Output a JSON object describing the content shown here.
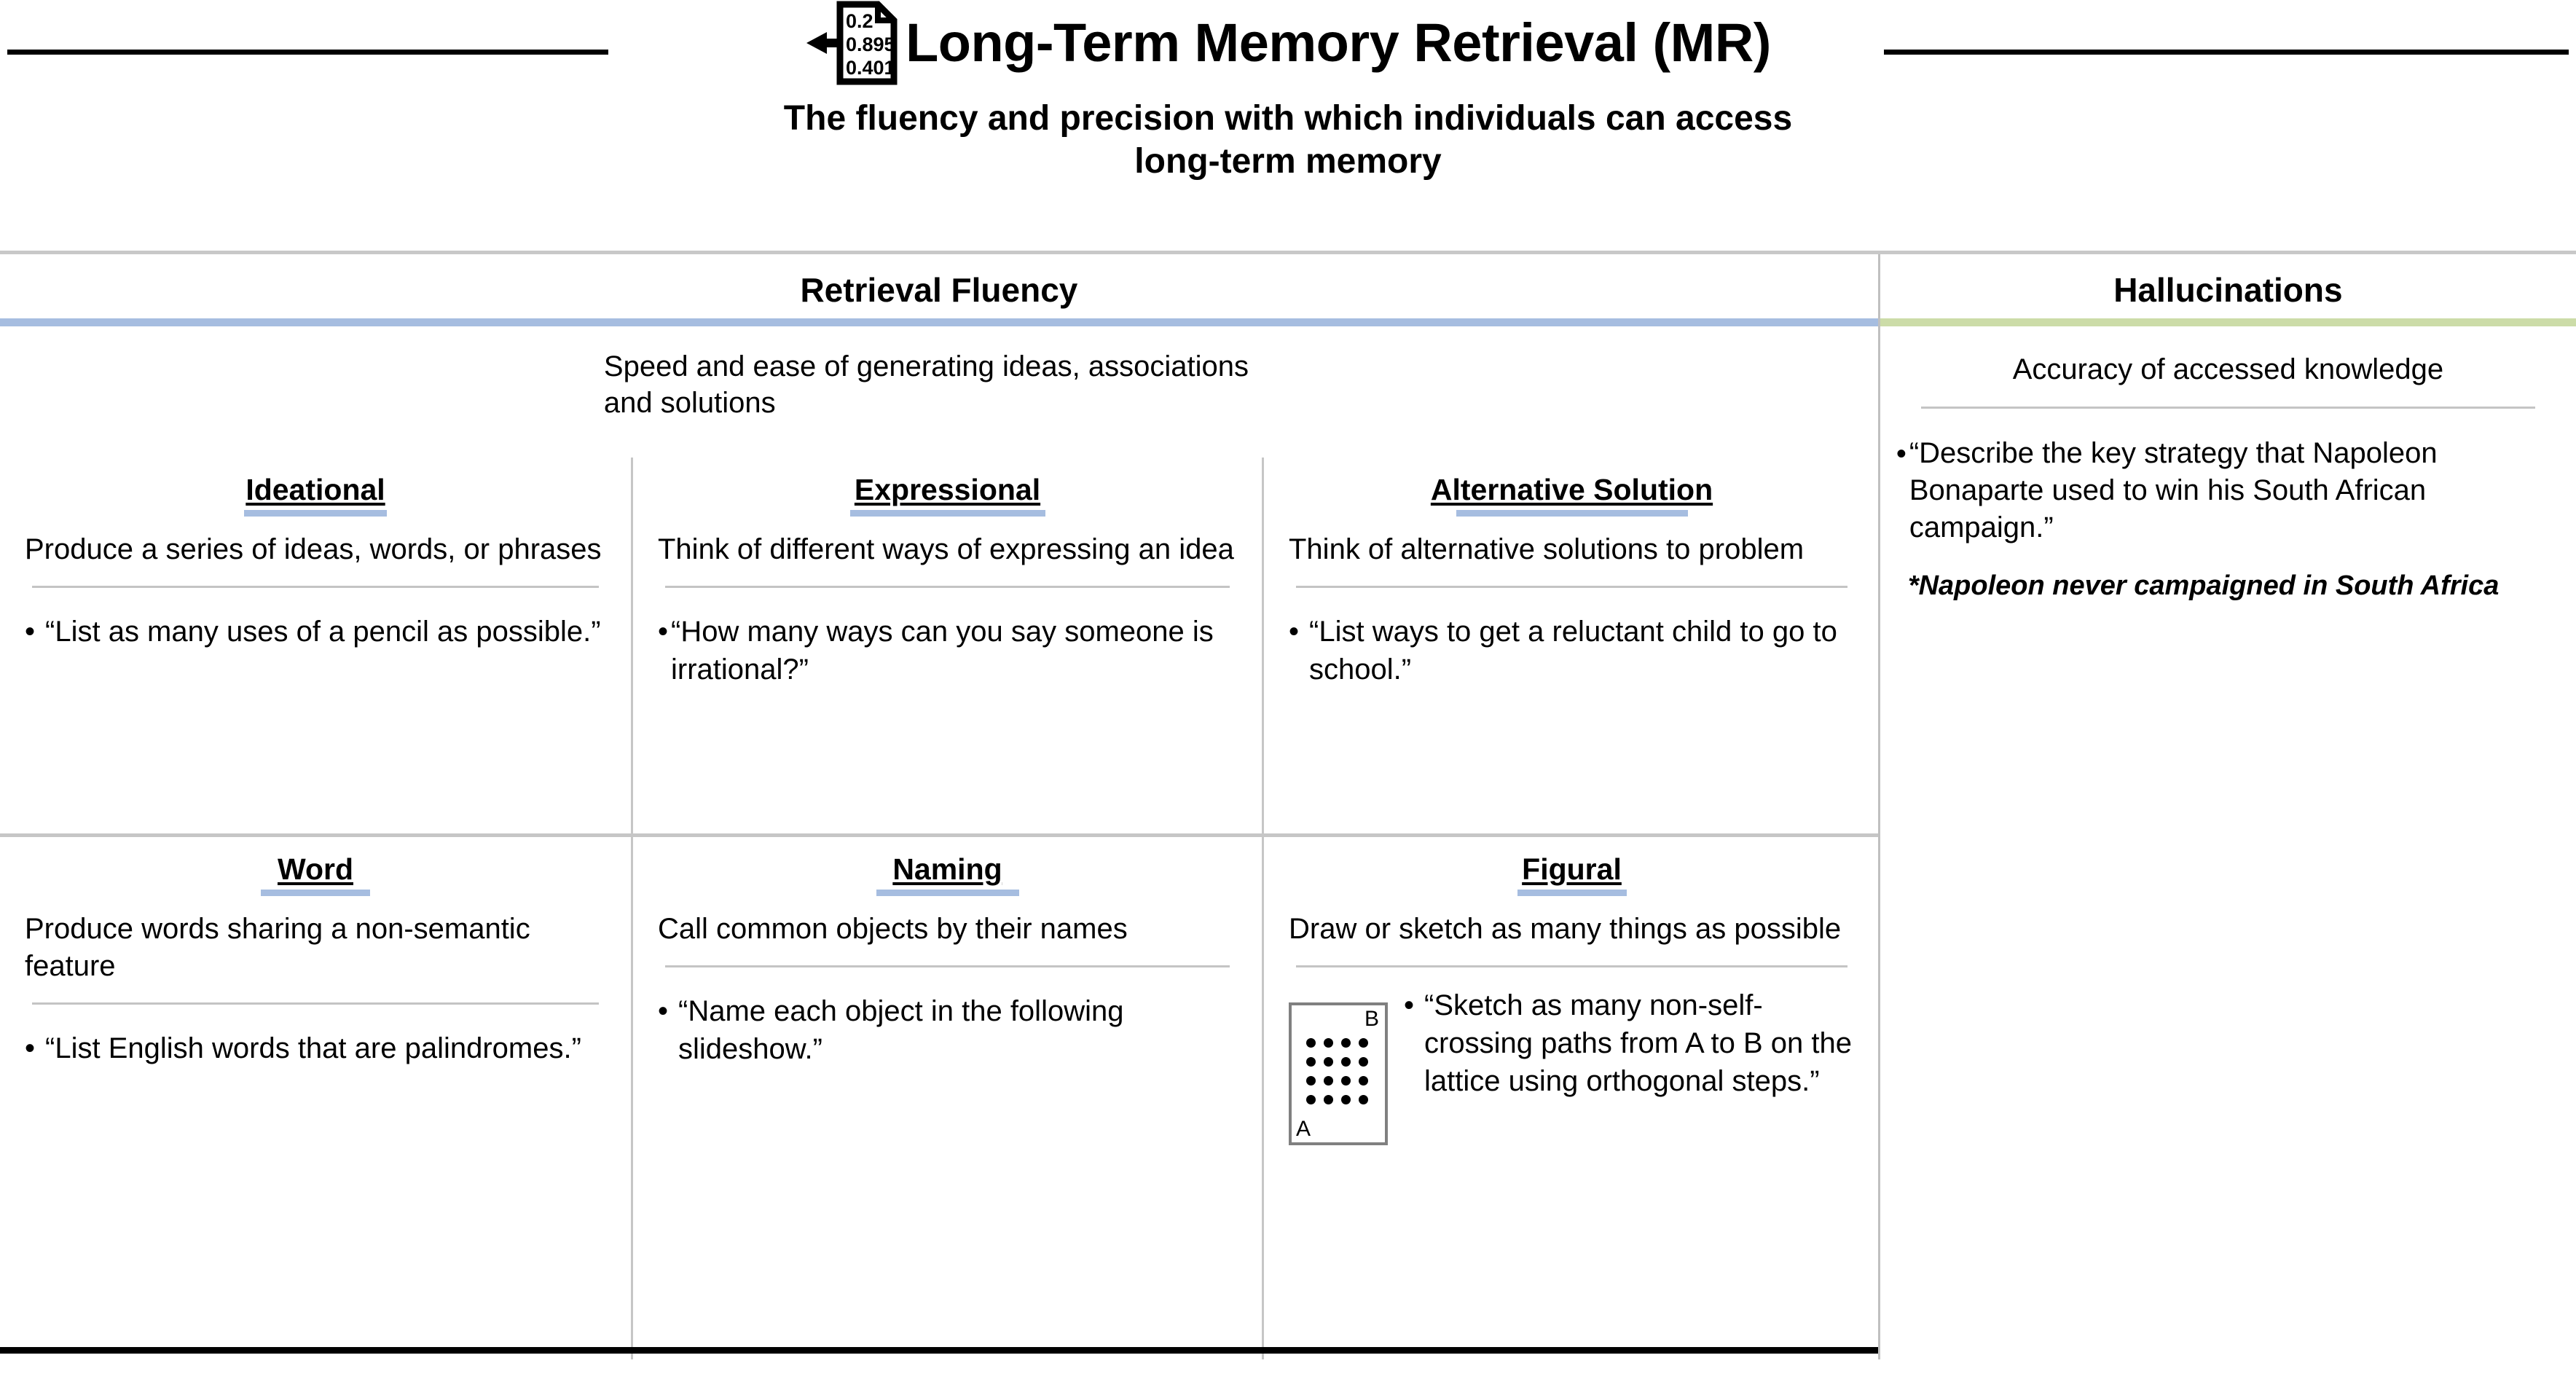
{
  "header": {
    "title": "Long-Term Memory Retrieval (MR)",
    "icon": "document-numbers-arrow-icon",
    "icon_values": [
      "0.2",
      "0.895",
      "0.401"
    ],
    "subtitle_line1": "The fluency and precision with which individuals can access",
    "subtitle_line2": "long-term memory"
  },
  "colors": {
    "accent_blue": "#a6bde0",
    "accent_green": "#ccdca8",
    "divider_gray": "#c4c4c4",
    "rule_black": "#000000"
  },
  "panels": {
    "left": {
      "heading": "Retrieval Fluency",
      "accent": "#a6bde0",
      "description": "Speed and ease of generating ideas, associations and solutions",
      "cells": [
        {
          "title": "Ideational",
          "description": "Produce a series of ideas, words, or phrases",
          "bullet": "“List as many uses of a pencil as possible.”"
        },
        {
          "title": "Expressional",
          "description": "Think of different ways of expressing an idea",
          "bullet": "“How many ways can you say someone is irrational?”"
        },
        {
          "title": "Alternative Solution",
          "description": "Think of alternative solutions to problem",
          "bullet": "“List ways to get a reluctant child to go to school.”"
        },
        {
          "title": "Word",
          "description": "Produce words sharing a non-semantic feature",
          "bullet": "“List English words that are palindromes.”"
        },
        {
          "title": "Naming",
          "description": "Call common objects by their names",
          "bullet": "“Name each object in the following slideshow.”"
        },
        {
          "title": "Figural",
          "description": "Draw or sketch as many things as possible",
          "bullet": "“Sketch as many non-self-crossing paths from A to B on the lattice using orthogonal steps.”",
          "figure": {
            "name": "lattice-diagram",
            "grid": "4x4",
            "label_start": "A",
            "label_end": "B"
          }
        }
      ]
    },
    "right": {
      "heading": "Hallucinations",
      "accent": "#ccdca8",
      "description": "Accuracy of accessed knowledge",
      "bullet": "“Describe the key strategy that Napoleon Bonaparte used to win his South African campaign.”",
      "note": "*Napoleon never campaigned in South Africa"
    }
  },
  "glyphs": {
    "bullet": "•"
  }
}
